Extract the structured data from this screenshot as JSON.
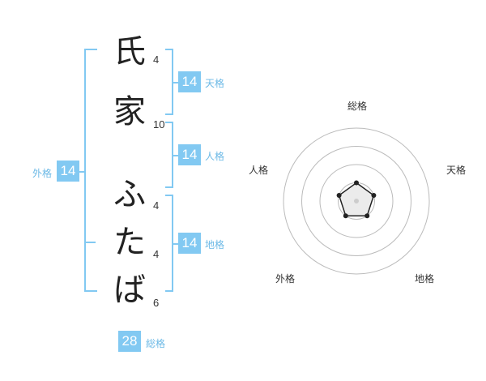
{
  "name": {
    "chars": [
      {
        "char": "氏",
        "strokes": "4"
      },
      {
        "char": "家",
        "strokes": "10"
      },
      {
        "char": "ふ",
        "strokes": "4"
      },
      {
        "char": "た",
        "strokes": "4"
      },
      {
        "char": "ば",
        "strokes": "6"
      }
    ]
  },
  "kaku": {
    "tenkaku": {
      "label": "天格",
      "value": "14"
    },
    "jinkaku": {
      "label": "人格",
      "value": "14"
    },
    "chikaku": {
      "label": "地格",
      "value": "14"
    },
    "gaikaku": {
      "label": "外格",
      "value": "14"
    },
    "soukaku": {
      "label": "総格",
      "value": "28"
    }
  },
  "radar": {
    "labels": {
      "top": "総格",
      "right": "天格",
      "bottom_right": "地格",
      "bottom_left": "外格",
      "left": "人格"
    },
    "levels": 4,
    "values": [
      1,
      1,
      1,
      1,
      1
    ],
    "colors": {
      "ring": "#bbbbbb",
      "line": "#222222",
      "fill": "#dddddd"
    }
  },
  "colors": {
    "accent": "#82c9f2"
  }
}
